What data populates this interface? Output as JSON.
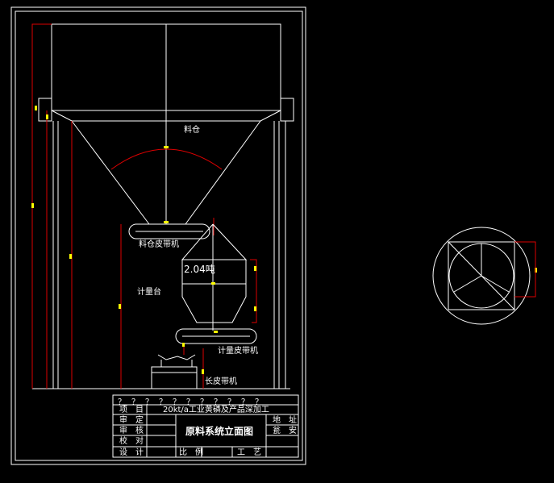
{
  "colors": {
    "background": "#000000",
    "outline": "#ffffff",
    "dimension_line": "#ff0000",
    "marker": "#ffff00"
  },
  "labels": {
    "silo": "料仓",
    "silo_belt": "料仓皮带机",
    "weigh_station": "计量台",
    "hopper_capacity": "2.04吨",
    "weigh_belt": "计量皮带机",
    "long_belt": "长皮带机"
  },
  "title_block": {
    "question_row": "？？？？？？？？？？？",
    "project_label": "项　目",
    "project_value": "20kt/a工业黄磷及产品深加工",
    "approve": "审　定",
    "review": "审　核",
    "check": "校　对",
    "design": "设　计",
    "drawing_title": "原料系统立面图",
    "site_label": "地　址",
    "site_value": "瓮　安",
    "scale": "比　例",
    "process": "工　艺"
  }
}
